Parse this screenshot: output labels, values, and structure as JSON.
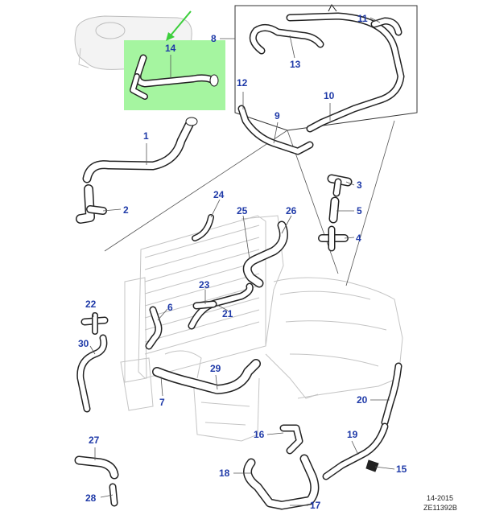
{
  "colors": {
    "callout": "#1f3aa8",
    "highlight_fill": "#a5f5a0",
    "highlight_arrow": "#3ccf3c",
    "hose": "#222222",
    "ghost": "#c4c4c4"
  },
  "callouts": {
    "c1": "1",
    "c2": "2",
    "c3": "3",
    "c4": "4",
    "c5": "5",
    "c6": "6",
    "c7": "7",
    "c8": "8",
    "c9": "9",
    "c10": "10",
    "c11": "11",
    "c12": "12",
    "c13": "13",
    "c14": "14",
    "c15": "15",
    "c16": "16",
    "c17": "17",
    "c18": "18",
    "c19": "19",
    "c20": "20",
    "c21": "21",
    "c22": "22",
    "c23": "23",
    "c24": "24",
    "c25": "25",
    "c26": "26",
    "c27": "27",
    "c28": "28",
    "c29": "29",
    "c30": "30"
  },
  "reference": {
    "date": "14-2015",
    "code": "ZE11392B"
  }
}
